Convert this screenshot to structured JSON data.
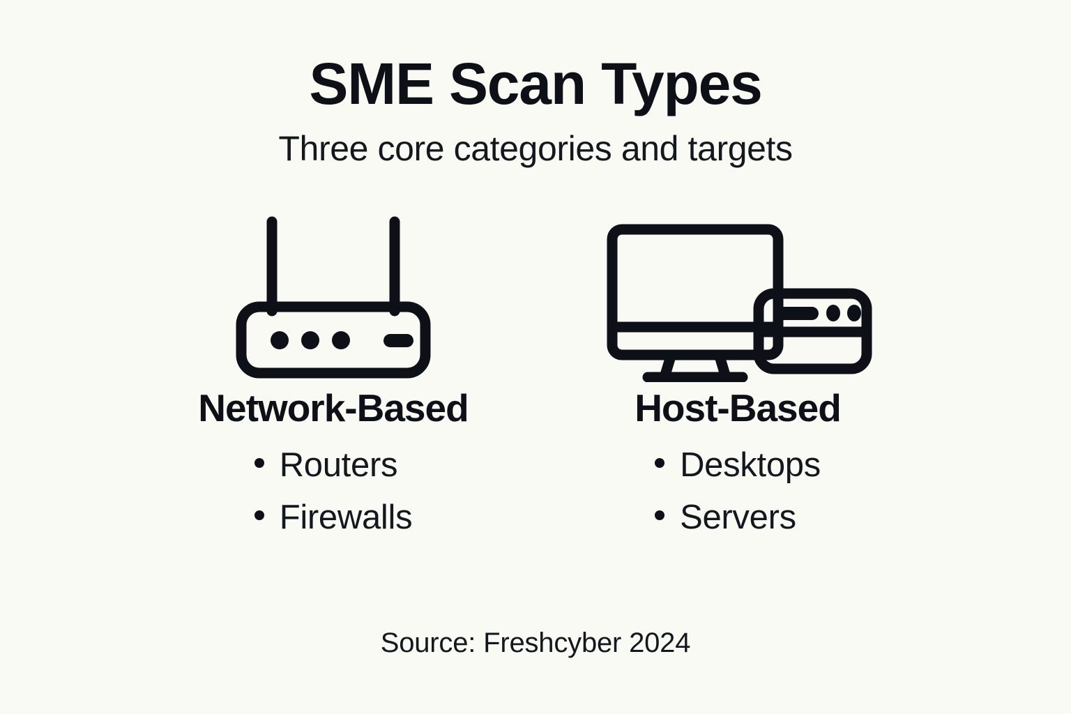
{
  "header": {
    "title": "SME Scan Types",
    "subtitle": "Three core categories and targets"
  },
  "categories": [
    {
      "id": "network-based",
      "title": "Network-Based",
      "icon": "router-icon",
      "items": [
        "Routers",
        "Firewalls"
      ]
    },
    {
      "id": "host-based",
      "title": "Host-Based",
      "icon": "desktop-server-icon",
      "items": [
        "Desktops",
        "Servers"
      ]
    }
  ],
  "footer": {
    "source": "Source: Freshcyber 2024"
  },
  "colors": {
    "background": "#f9faf4",
    "ink": "#0d1117"
  }
}
